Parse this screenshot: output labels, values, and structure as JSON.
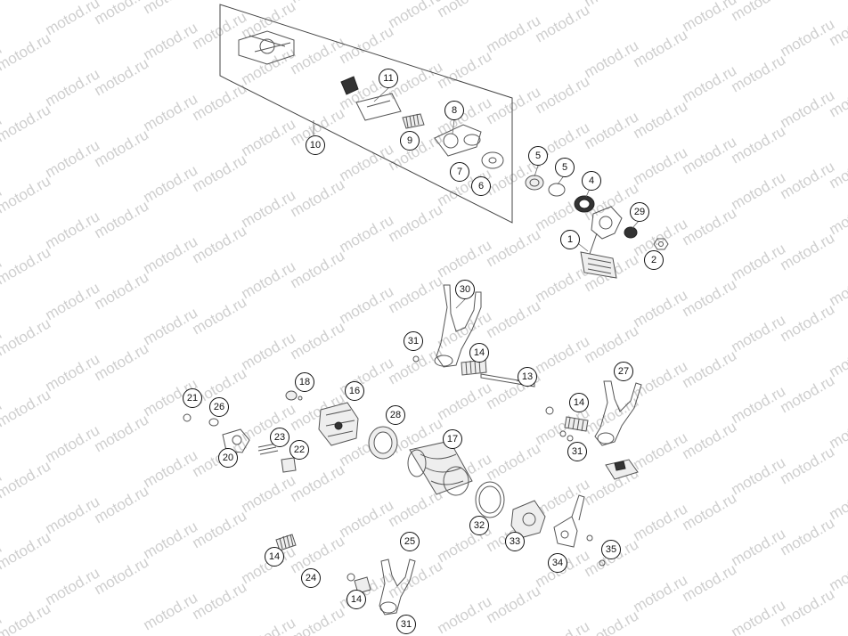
{
  "watermark": "motod.ru",
  "callouts": [
    {
      "id": "c11",
      "label": "11"
    },
    {
      "id": "c8",
      "label": "8"
    },
    {
      "id": "c9",
      "label": "9"
    },
    {
      "id": "c10",
      "label": "10"
    },
    {
      "id": "c7",
      "label": "7"
    },
    {
      "id": "c6",
      "label": "6"
    },
    {
      "id": "c5a",
      "label": "5"
    },
    {
      "id": "c5b",
      "label": "5"
    },
    {
      "id": "c4",
      "label": "4"
    },
    {
      "id": "c29",
      "label": "29"
    },
    {
      "id": "c1",
      "label": "1"
    },
    {
      "id": "c2",
      "label": "2"
    },
    {
      "id": "c30",
      "label": "30"
    },
    {
      "id": "c31a",
      "label": "31"
    },
    {
      "id": "c14a",
      "label": "14"
    },
    {
      "id": "c13",
      "label": "13"
    },
    {
      "id": "c27",
      "label": "27"
    },
    {
      "id": "c14b",
      "label": "14"
    },
    {
      "id": "c31b",
      "label": "31"
    },
    {
      "id": "c18",
      "label": "18"
    },
    {
      "id": "c16",
      "label": "16"
    },
    {
      "id": "c21",
      "label": "21"
    },
    {
      "id": "c26",
      "label": "26"
    },
    {
      "id": "c28",
      "label": "28"
    },
    {
      "id": "c17",
      "label": "17"
    },
    {
      "id": "c23",
      "label": "23"
    },
    {
      "id": "c22",
      "label": "22"
    },
    {
      "id": "c20",
      "label": "20"
    },
    {
      "id": "c32",
      "label": "32"
    },
    {
      "id": "c33",
      "label": "33"
    },
    {
      "id": "c25",
      "label": "25"
    },
    {
      "id": "c35",
      "label": "35"
    },
    {
      "id": "c34",
      "label": "34"
    },
    {
      "id": "c14c",
      "label": "14"
    },
    {
      "id": "c24",
      "label": "24"
    },
    {
      "id": "c14d",
      "label": "14"
    },
    {
      "id": "c31c",
      "label": "31"
    }
  ]
}
